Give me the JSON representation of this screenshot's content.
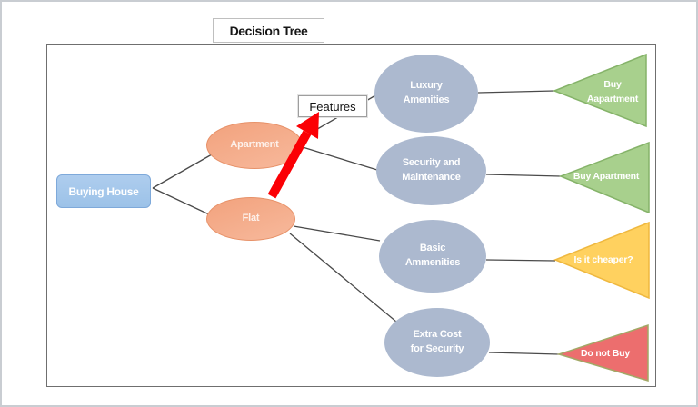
{
  "title": "Decision Tree",
  "annotation": {
    "features_label": "Features"
  },
  "root": {
    "label": "Buying House"
  },
  "options": [
    {
      "label": "Apartment"
    },
    {
      "label": "Flat"
    }
  ],
  "features": [
    {
      "label": "Luxury\nAmenities"
    },
    {
      "label": "Security and\nMaintenance"
    },
    {
      "label": "Basic\nAmmenities"
    },
    {
      "label": "Extra Cost\nfor Security"
    }
  ],
  "outcomes": [
    {
      "label": "Buy\nAapartment",
      "type": "positive"
    },
    {
      "label": "Buy Apartment",
      "type": "positive"
    },
    {
      "label": "Is it cheaper?",
      "type": "question"
    },
    {
      "label": "Do not Buy",
      "type": "negative"
    }
  ],
  "colors": {
    "root_fill": "#a5c7ea",
    "option_fill": "#f5ab89",
    "feature_fill": "#acb9cf",
    "positive_fill": "#a8d08d",
    "question_fill": "#ffd15f",
    "negative_fill": "#ec6e6e",
    "arrow": "#fb0005"
  }
}
